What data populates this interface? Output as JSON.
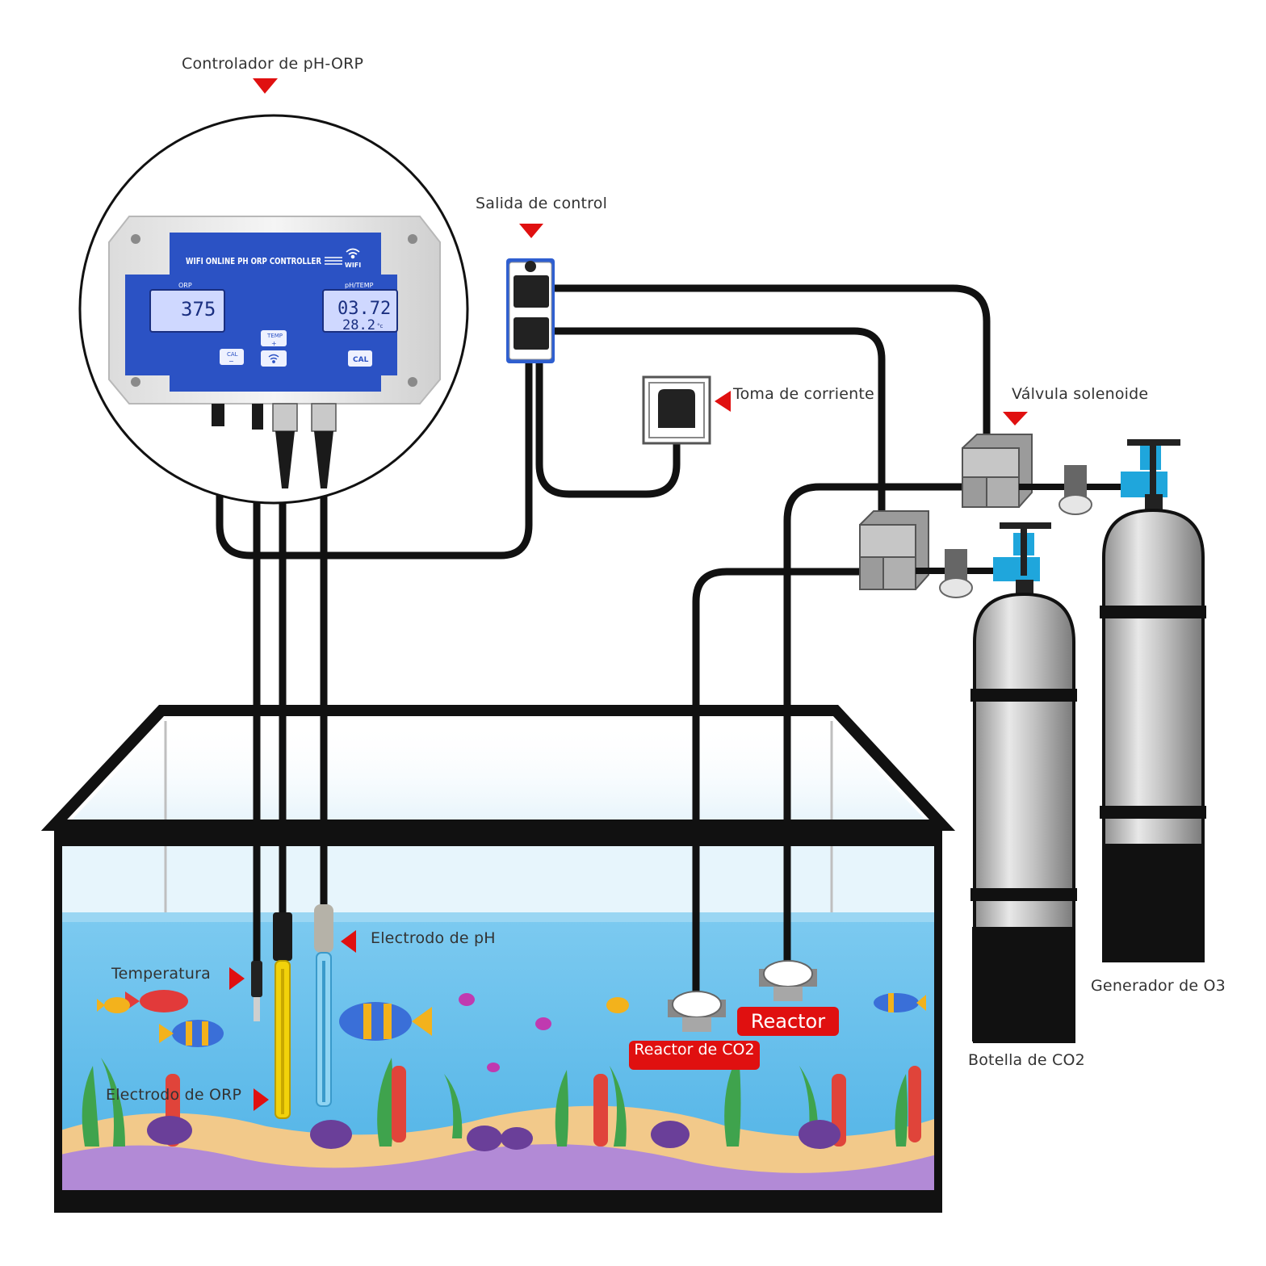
{
  "device": {
    "header": "WIFI ONLINE PH ORP CONTROLLER",
    "wifi_label": "WIFI",
    "orp_caption": "ORP",
    "orp_value": "375",
    "ph_caption": "pH/TEMP",
    "ph_value": "03.72",
    "temp_value": "28.2",
    "temp_unit": "°c",
    "btn_temp": "TEMP",
    "btn_cal_left": "CAL",
    "btn_cal_right": "CAL"
  },
  "labels": {
    "controller": "Controlador de pH-ORP",
    "control_output": "Salida de control",
    "power_outlet": "Toma de corriente",
    "solenoid_valve": "Válvula solenoide",
    "ph_electrode": "Electrodo de pH",
    "temperature": "Temperatura",
    "orp_electrode": "Electrodo de ORP",
    "reactor": "Reactor",
    "co2_reactor": "Reactor de CO2",
    "co2_bottle": "Botella de CO2",
    "o3_generator": "Generador de O3"
  },
  "colors": {
    "pointer_red": "#e01010",
    "device_blue": "#2b52c4",
    "water": "#6fc3ec",
    "cylinder_gray": "#bcbcbc",
    "valve_cyan": "#1fa6dc"
  }
}
